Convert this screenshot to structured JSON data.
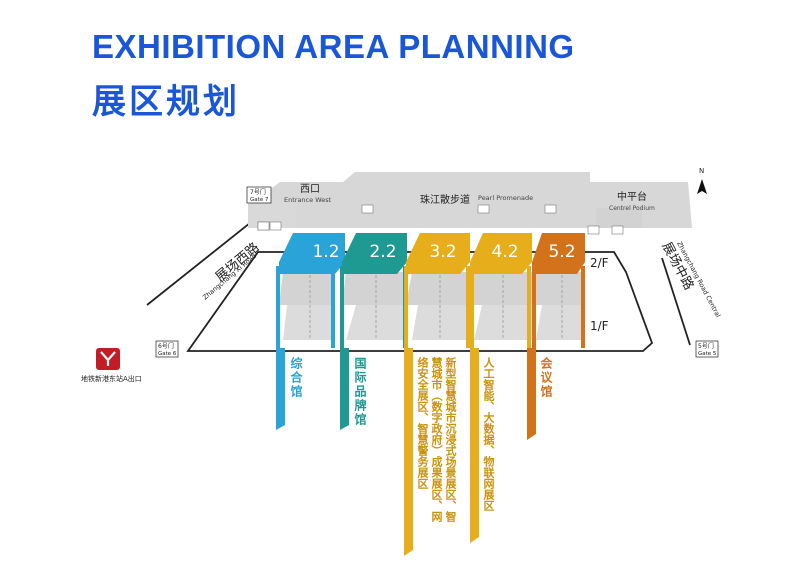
{
  "title": {
    "en": "EXHIBITION AREA PLANNING",
    "cn": "展区规划"
  },
  "map": {
    "west_entrance": {
      "cn": "西口",
      "en": "Entrance West"
    },
    "promenade": {
      "cn": "珠江散步道",
      "en": "Pearl Promenade"
    },
    "podium": {
      "cn": "中平台",
      "en": "Centrel Podium"
    },
    "north": "N",
    "floor_upper": "2/F",
    "floor_lower": "1/F",
    "road_west": {
      "cn": "展场西路",
      "en": "Zhangchang Xi Road"
    },
    "road_central": {
      "cn": "展场中路",
      "en": "Zhangchang Road Central"
    },
    "gates": {
      "gate7": {
        "cn": "7号门",
        "en": "Gate 7"
      },
      "gate6": {
        "cn": "6号门",
        "en": "Gate 6"
      },
      "gate5": {
        "cn": "5号门",
        "en": "Gate 5"
      }
    },
    "metro": "地铁新港东站A出口"
  },
  "halls": [
    {
      "id": "1.2",
      "label": "综合馆",
      "color": "#2aa3d9"
    },
    {
      "id": "2.2",
      "label": "国际品牌馆",
      "color": "#1e9a92"
    },
    {
      "id": "3.2",
      "label": "新型智慧城市沉浸式场景展区、智慧城市（数字政府）成果展区、网络安全展区、智慧警务展区",
      "color": "#e7ae1c"
    },
    {
      "id": "4.2",
      "label": "人工智能、大数据、物联网展区",
      "color": "#e7ae1c"
    },
    {
      "id": "5.2",
      "label": "会议馆",
      "color": "#d2731c"
    }
  ]
}
